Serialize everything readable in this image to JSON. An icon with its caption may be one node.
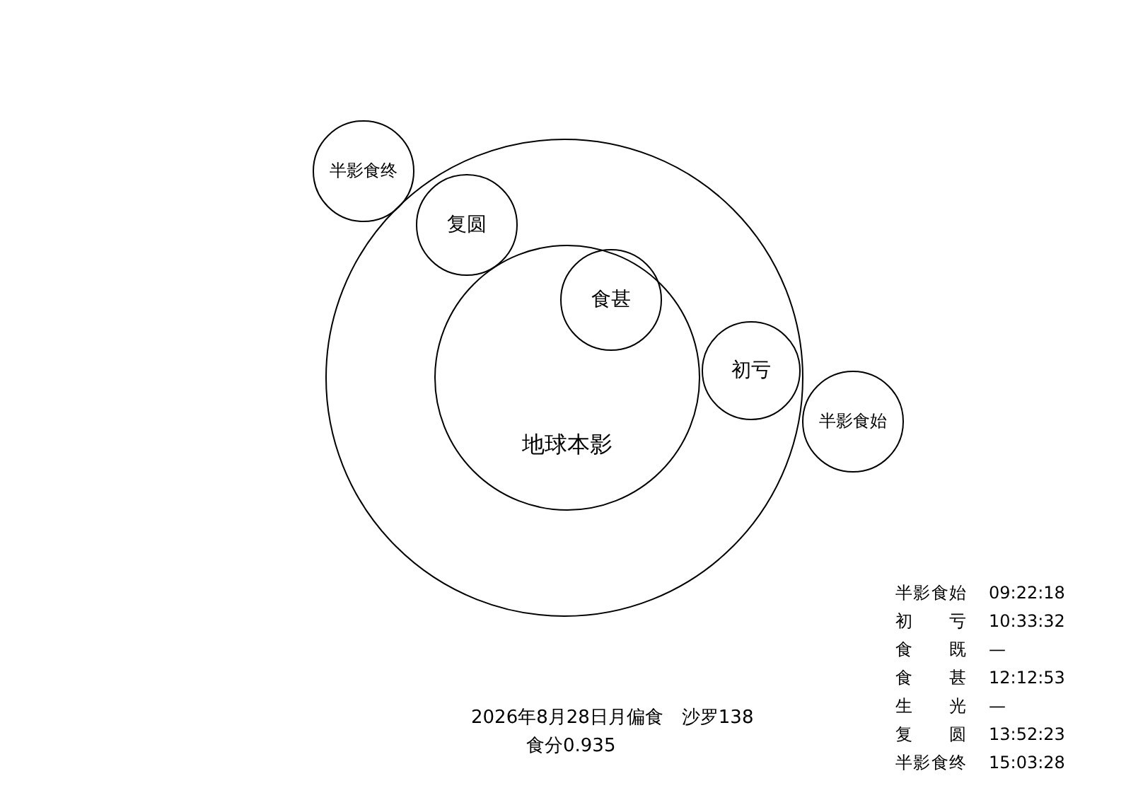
{
  "diagram": {
    "caption": "2026年8月28日月偏食　沙罗138",
    "nodes": [
      {
        "text": [],
        "shape": "circle"
      },
      {
        "text": [
          "地球本影"
        ],
        "in": 0
      },
      {
        "text": [
          "半影食终"
        ]
      },
      {
        "text": [
          "复圆"
        ],
        "in": 0
      },
      {
        "text": [
          "食甚"
        ],
        "in": 1
      },
      {
        "text": [
          "初亏"
        ],
        "in": 0
      },
      {
        "text": [
          "半影食始"
        ]
      }
    ],
    "edges": [],
    "labels": [
      "食分0.935",
      "半影食始",
      "09:22:18",
      "初亏",
      "10:33:32",
      "食既",
      "—",
      "食甚",
      "12:12:53",
      "生光",
      "—",
      "复圆",
      "13:52:23",
      "半影食终",
      "15:03:28"
    ]
  }
}
